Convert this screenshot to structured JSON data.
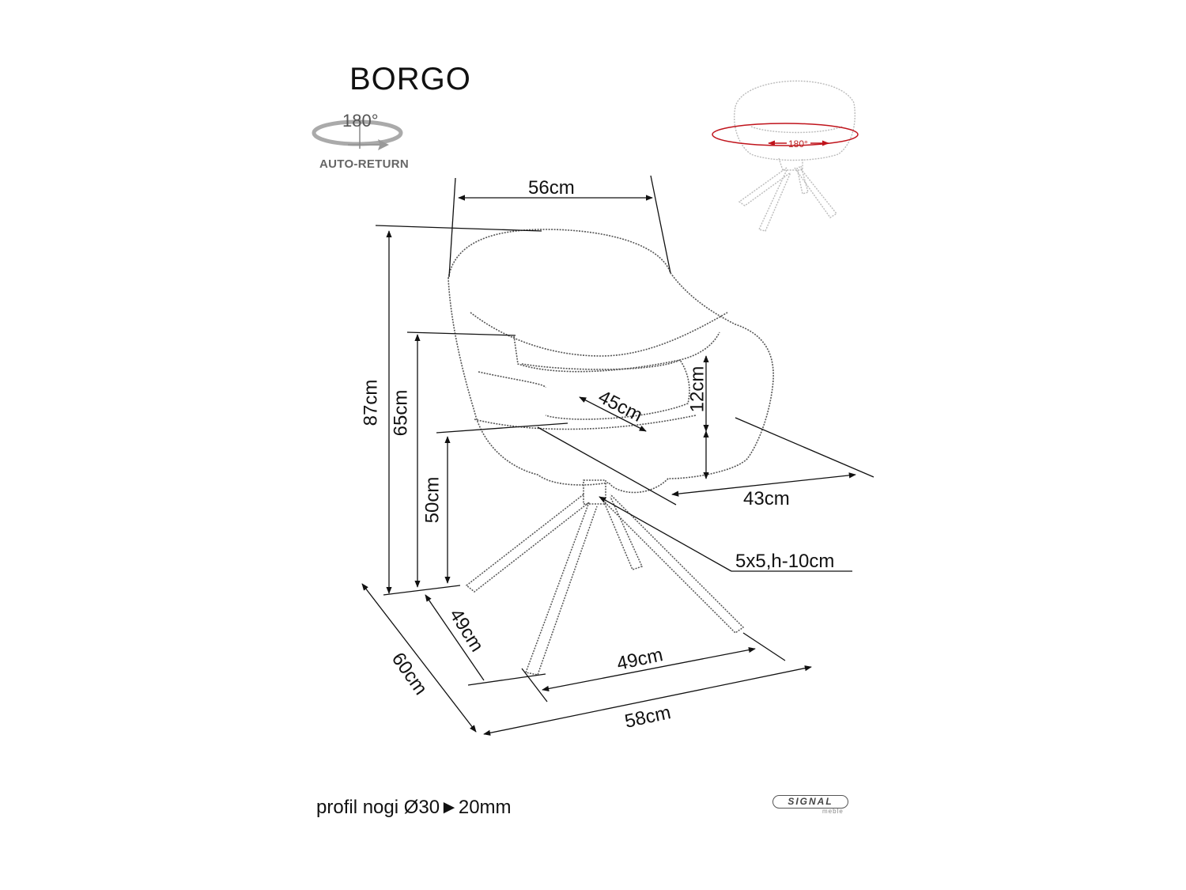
{
  "title": "BORGO",
  "rotation": {
    "degrees": "180°",
    "label": "AUTO-RETURN"
  },
  "preview": {
    "rotation_degrees": "180°",
    "arrow_color": "#c0141c"
  },
  "dimensions": {
    "top_width": "56cm",
    "total_height": "87cm",
    "armrest_height": "65cm",
    "seat_height": "50cm",
    "seat_depth": "45cm",
    "armrest_gap": "12cm",
    "seat_width": "43cm",
    "base_plate": "5x5,h-10cm",
    "leg_depth": "49cm",
    "leg_width": "49cm",
    "total_depth": "60cm",
    "total_width": "58cm"
  },
  "footer": {
    "profile": "profil nogi Ø30►20mm"
  },
  "brand": {
    "name": "SIGNAL",
    "sub": "meble"
  },
  "colors": {
    "line": "#111111",
    "chair_outline": "#555555",
    "preview_outline": "#bbbbbb"
  }
}
